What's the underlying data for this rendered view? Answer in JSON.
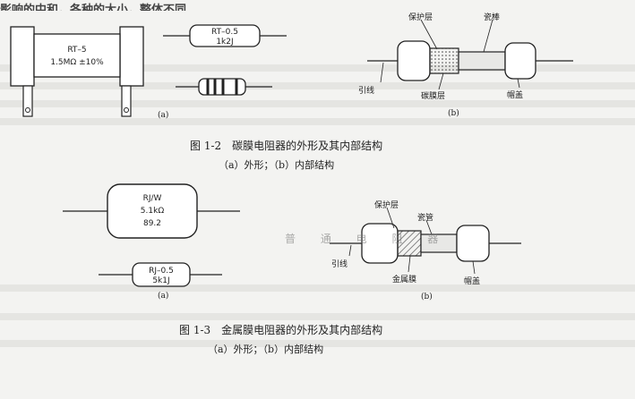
{
  "top_text": "影响的中和，各种的大小，整体不同",
  "fig12": {
    "resistor_large": {
      "model": "RT–5",
      "value": "1.5MΩ ±10%"
    },
    "resistor_small": {
      "model": "RT–0.5",
      "value": "1k2J"
    },
    "panel_a": "(a)",
    "panel_b": "(b)",
    "labels": {
      "protect": "保护层",
      "rod": "瓷棒",
      "lead": "引线",
      "carbon": "碳膜层",
      "cap": "帽盖"
    },
    "caption": "图 1-2　碳膜电阻器的外形及其内部结构",
    "subcaption": "（a）外形；（b）内部结构"
  },
  "fig13": {
    "resistor_large": {
      "model": "RJ/W",
      "value": "5.1kΩ",
      "extra": "89.2"
    },
    "resistor_small": {
      "model": "RJ–0.5",
      "value": "5k1J"
    },
    "panel_a": "(a)",
    "panel_b": "(b)",
    "labels": {
      "protect": "保护层",
      "rod": "瓷管",
      "lead": "引线",
      "metal": "金属膜",
      "cap": "帽盖"
    },
    "caption": "图 1-3　金属膜电阻器的外形及其内部结构",
    "subcaption": "（a）外形；（b）内部结构"
  },
  "section_heading": "普 通 电 阻 器"
}
